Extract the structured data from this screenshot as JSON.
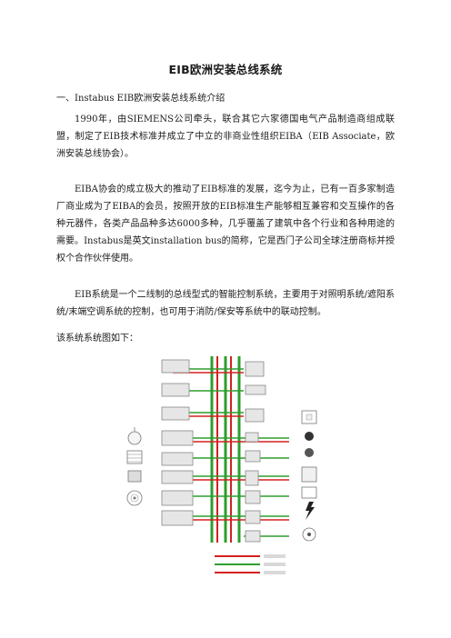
{
  "document": {
    "title": "EIB欧洲安装总线系统",
    "section_heading": "一、Instabus EIB欧洲安装总线系统介绍",
    "paragraphs": [
      "1990年，由SIEMENS公司牵头，联合其它六家德国电气产品制造商组成联盟，制定了EIB技术标准并成立了中立的非商业性组织EIBA（EIB Associate，欧洲安装总线协会）。",
      "EIBA协会的成立极大的推动了EIB标准的发展，迄今为止，已有一百多家制造厂商业成为了EIBA的会员，按照开放的EIB标准生产能够相互兼容和交互操作的各种元器件，各类产品品种多达6000多种，几乎覆盖了建筑中各个行业和各种用途的需要。Instabus是英文installation bus的简称，它是西门子公司全球注册商标并授权个合作伙伴使用。",
      "EIB系统是一个二线制的总线型式的智能控制系统，主要用于对照明系统/遮阳系统/末端空调系统的控制，也可用于消防/保安等系统中的联动控制。"
    ],
    "diagram_intro": "该系统系统图如下："
  },
  "diagram": {
    "colors": {
      "bus": "#2e9e2e",
      "mains": "#d42020",
      "device_fill": "#e6e6e6",
      "device_stroke": "#888888"
    },
    "icons": [
      "lamp-icon",
      "blind-icon",
      "fan-icon",
      "thermostat-icon",
      "lightning-icon",
      "sensor-icon"
    ]
  }
}
